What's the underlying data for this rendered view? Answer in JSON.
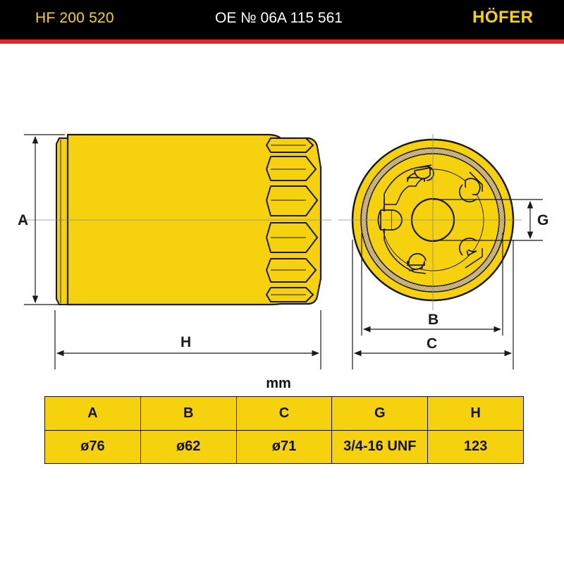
{
  "header": {
    "part_number": "HF 200 520",
    "oe_number": "OE № 06A 115 561",
    "brand": "HÖFER"
  },
  "colors": {
    "header_bg": "#000000",
    "accent_red": "#e3262b",
    "brand_yellow": "#f6d20e",
    "filter_body": "#f6d20e",
    "outline": "#1a1a1a",
    "gasket": "#c9b48a"
  },
  "diagram": {
    "labels": {
      "a": "A",
      "b": "B",
      "c": "C",
      "g": "G",
      "h": "H"
    }
  },
  "table": {
    "unit": "mm",
    "headers": [
      "A",
      "B",
      "C",
      "G",
      "H"
    ],
    "values": [
      "ø76",
      "ø62",
      "ø71",
      "3/4-16 UNF",
      "123"
    ]
  }
}
